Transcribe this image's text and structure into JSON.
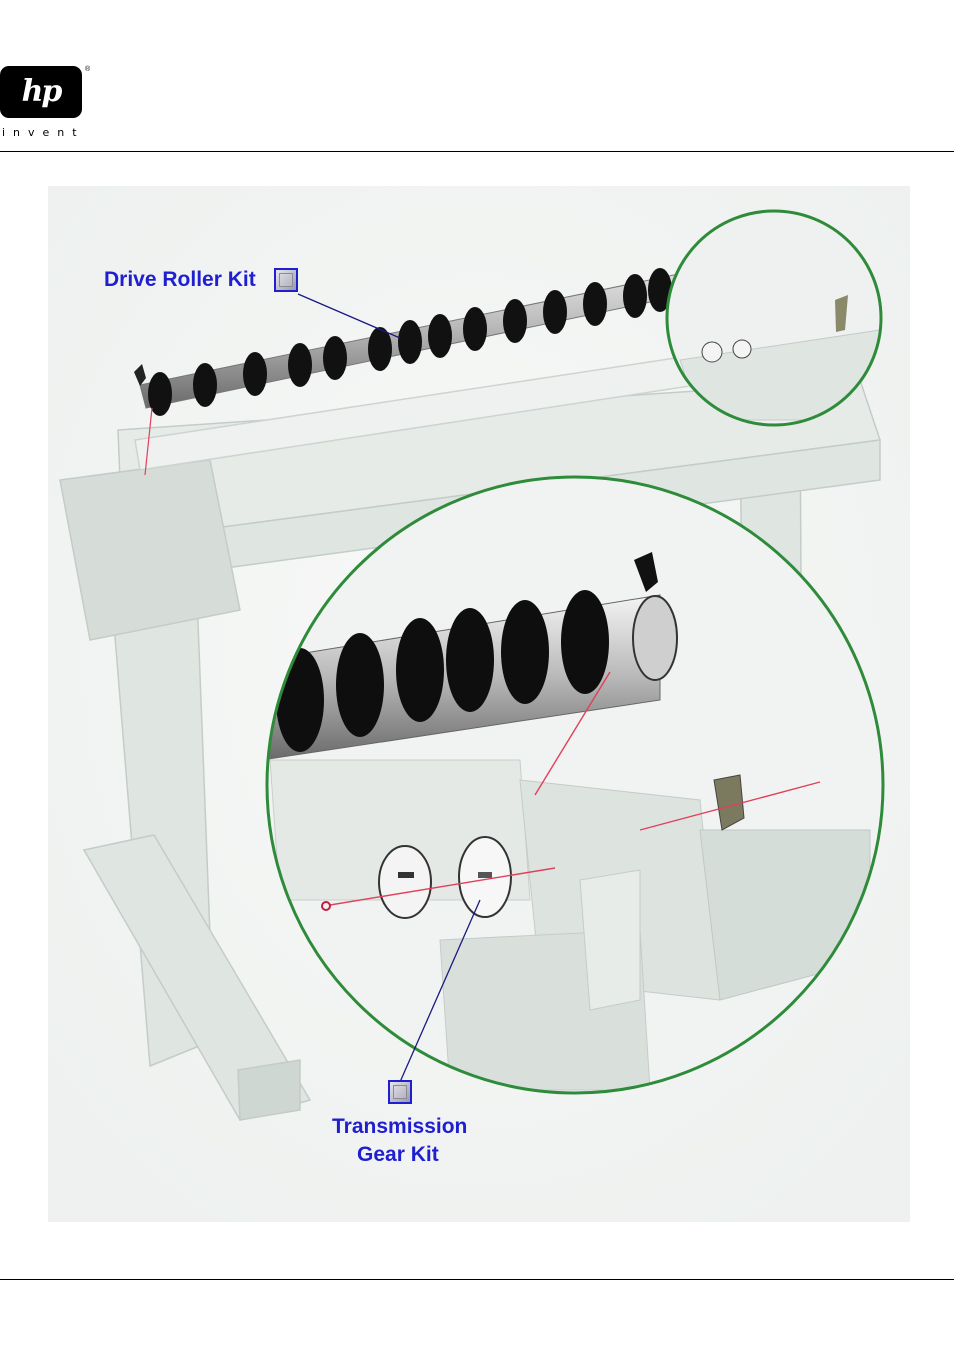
{
  "header": {
    "logo_mark": "hp",
    "logo_tagline": "invent",
    "logo_registered": "®"
  },
  "figure": {
    "callouts": [
      {
        "label": "Drive Roller Kit"
      },
      {
        "label_line1": "Transmission",
        "label_line2": "Gear Kit"
      }
    ],
    "colors": {
      "callout_text": "#1f1fd0",
      "zoom_circle": "#2e8b3a",
      "leader_line": "#e0405a",
      "chassis": "#dfe6e2"
    }
  }
}
